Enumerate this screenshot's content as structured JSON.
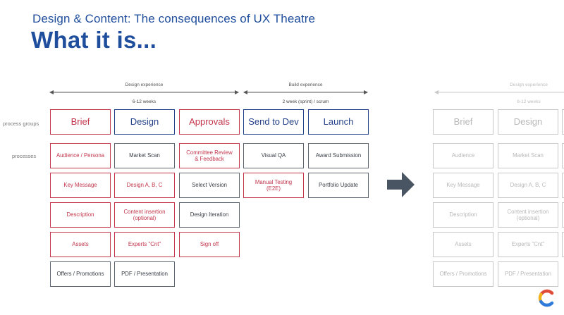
{
  "header": {
    "subtitle": "Design & Content: The consequences of UX Theatre",
    "title": "What it is..."
  },
  "phases": {
    "design": {
      "label": "Design experience",
      "duration": "6-12 weeks"
    },
    "build": {
      "label": "Build experience",
      "duration": "2 week (sprint) / scrum"
    }
  },
  "row_labels": {
    "groups": "process groups",
    "processes": "processes"
  },
  "columns": [
    {
      "group": "Brief",
      "tone": "red",
      "items": [
        {
          "label": "Audience / Persona",
          "tone": "red"
        },
        {
          "label": "Key Message",
          "tone": "red"
        },
        {
          "label": "Description",
          "tone": "red"
        },
        {
          "label": "Assets",
          "tone": "red"
        },
        {
          "label": "Offers / Promotions",
          "tone": "dark"
        }
      ]
    },
    {
      "group": "Design",
      "tone": "blue",
      "items": [
        {
          "label": "Market Scan",
          "tone": "dark"
        },
        {
          "label": "Design A, B, C",
          "tone": "red"
        },
        {
          "label": "Content insertion (optional)",
          "tone": "red"
        },
        {
          "label": "Experts \"Cnt\"",
          "tone": "red"
        },
        {
          "label": "PDF / Presentation",
          "tone": "dark"
        }
      ]
    },
    {
      "group": "Approvals",
      "tone": "red",
      "items": [
        {
          "label": "Committee Review & Feedback",
          "tone": "red"
        },
        {
          "label": "Select Version",
          "tone": "dark"
        },
        {
          "label": "Design Iteration",
          "tone": "dark"
        },
        {
          "label": "Sign off",
          "tone": "red"
        }
      ]
    },
    {
      "group": "Send to Dev",
      "tone": "blue",
      "items": [
        {
          "label": "Visual QA",
          "tone": "dark"
        },
        {
          "label": "Manual Testing (E2E)",
          "tone": "red"
        }
      ]
    },
    {
      "group": "Launch",
      "tone": "blue",
      "items": [
        {
          "label": "Award Submission",
          "tone": "dark"
        },
        {
          "label": "Portfolio Update",
          "tone": "dark"
        }
      ]
    }
  ],
  "faded": {
    "phase_label": "Design experience",
    "duration": "6-12 weeks",
    "columns": [
      {
        "group": "Brief",
        "items": [
          "Audience",
          "Key Message",
          "Description",
          "Assets",
          "Offers / Promotions"
        ]
      },
      {
        "group": "Design",
        "items": [
          "Market Scan",
          "Design A, B, C",
          "Content insertion (optional)",
          "Experts \"Cnt\"",
          "PDF / Presentation"
        ]
      }
    ]
  },
  "colors": {
    "title_blue": "#1f4e9c",
    "red": "#c2354b",
    "blue": "#233f88",
    "dark": "#5c6470",
    "arrow": "#4a5563",
    "faded": "#c8c8c8"
  }
}
